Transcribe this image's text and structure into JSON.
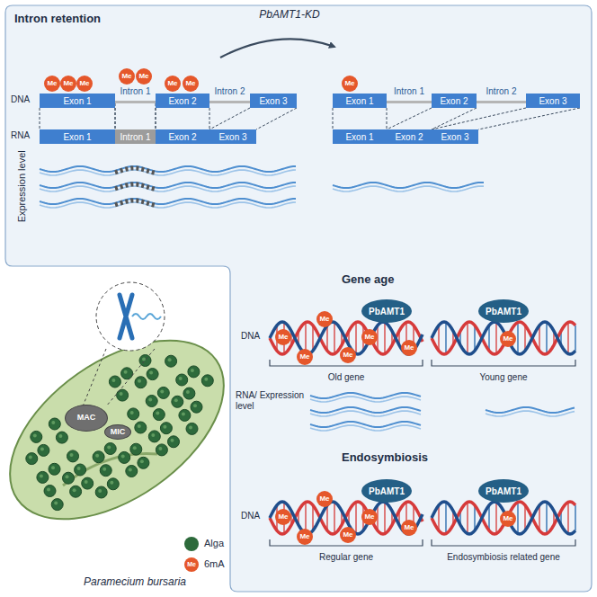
{
  "diagram": {
    "nodes": [
      {
        "text": [
          "Intron retention"
        ]
      },
      {
        "text": [
          "Gene age",
          "Endosymbiosis"
        ]
      },
      {
        "text": [
          "Exon 1"
        ],
        "in": 0
      },
      {
        "text": [
          "Intron 1"
        ],
        "in": 0
      },
      {
        "text": [
          "Exon 2"
        ],
        "in": 0
      },
      {
        "text": [
          "Intron 2"
        ],
        "in": 0
      },
      {
        "text": [
          "Exon 3"
        ],
        "in": 0
      },
      {
        "text": [
          "Exon 1"
        ],
        "in": 0
      },
      {
        "text": [
          "Intron 1"
        ],
        "in": 0
      },
      {
        "text": [
          "Exon 2"
        ],
        "in": 0
      },
      {
        "text": [
          "Exon 3"
        ],
        "in": 0
      },
      {
        "text": [
          "Exon 1"
        ],
        "in": 0
      },
      {
        "text": [
          "Intron 1"
        ],
        "in": 0
      },
      {
        "text": [
          "Exon 2"
        ],
        "in": 0
      },
      {
        "text": [
          "Intron 2"
        ],
        "in": 0
      },
      {
        "text": [
          "Exon 3"
        ],
        "in": 0
      },
      {
        "text": [
          "Exon 1"
        ],
        "in": 0
      },
      {
        "text": [
          "Exon 2"
        ],
        "in": 0
      },
      {
        "text": [
          "Exon 3"
        ],
        "in": 0
      },
      {
        "text": [
          "Me"
        ],
        "in": 0
      },
      {
        "text": [
          "Me"
        ],
        "in": 0
      },
      {
        "text": [
          "Me"
        ],
        "in": 0
      },
      {
        "text": [
          "Me"
        ],
        "in": 0
      },
      {
        "text": [
          "Me"
        ],
        "in": 0
      },
      {
        "text": [
          "Me"
        ],
        "in": 0
      },
      {
        "text": [
          "Me"
        ],
        "in": 0
      },
      {
        "text": [
          "Me"
        ],
        "in": 0
      },
      {
        "text": [
          "PbAMT1"
        ],
        "in": 1
      },
      {
        "text": [
          "PbAMT1"
        ],
        "in": 1
      },
      {
        "text": [
          "PbAMT1"
        ],
        "in": 1
      },
      {
        "text": [
          "PbAMT1"
        ],
        "in": 1
      },
      {
        "text": [
          "Me"
        ],
        "in": 1
      },
      {
        "text": [
          "Me"
        ],
        "in": 1
      },
      {
        "text": [
          "Me"
        ],
        "in": 1
      },
      {
        "text": [
          "Me"
        ],
        "in": 1
      },
      {
        "text": [
          "Me"
        ],
        "in": 1
      },
      {
        "text": [
          "Me"
        ],
        "in": 1
      },
      {
        "text": [
          "Me"
        ],
        "in": 1
      },
      {
        "text": [
          "Me"
        ],
        "in": 1
      },
      {
        "text": [
          "Me"
        ],
        "in": 1
      },
      {
        "text": [
          "Me"
        ],
        "in": 1
      },
      {
        "text": [
          "Me"
        ],
        "in": 1
      },
      {
        "text": [
          "Me"
        ],
        "in": 1
      },
      {
        "text": [
          "Me"
        ],
        "in": 1
      },
      {
        "text": [
          "Me"
        ],
        "in": 1
      },
      {
        "text": [
          "MAC"
        ]
      },
      {
        "text": [
          "MIC"
        ]
      }
    ],
    "edges": [
      {
        "from": 2,
        "to": 7,
        "arrow": "none"
      },
      {
        "from": 3,
        "to": 8,
        "arrow": "none"
      },
      {
        "from": 4,
        "to": 9,
        "arrow": "none"
      },
      {
        "from": 6,
        "to": 10,
        "arrow": "none"
      },
      {
        "from": 11,
        "to": 16,
        "arrow": "none"
      },
      {
        "from": 13,
        "to": 17,
        "arrow": "none"
      },
      {
        "from": 15,
        "to": 18,
        "arrow": "none"
      }
    ],
    "labels": [
      "PbAMT1-KD",
      "DNA",
      "RNA",
      "Expression level",
      "DNA",
      "Old gene",
      "Young gene",
      "RNA/ Expression level",
      "DNA",
      "Regular gene",
      "Endosymbiosis related gene",
      "Paramecium bursaria",
      "Me"
    ],
    "legend": [
      {
        "text": "Alga",
        "color": "#2d6a3b"
      },
      {
        "text": "6mA",
        "color": "#e5572b"
      }
    ]
  }
}
